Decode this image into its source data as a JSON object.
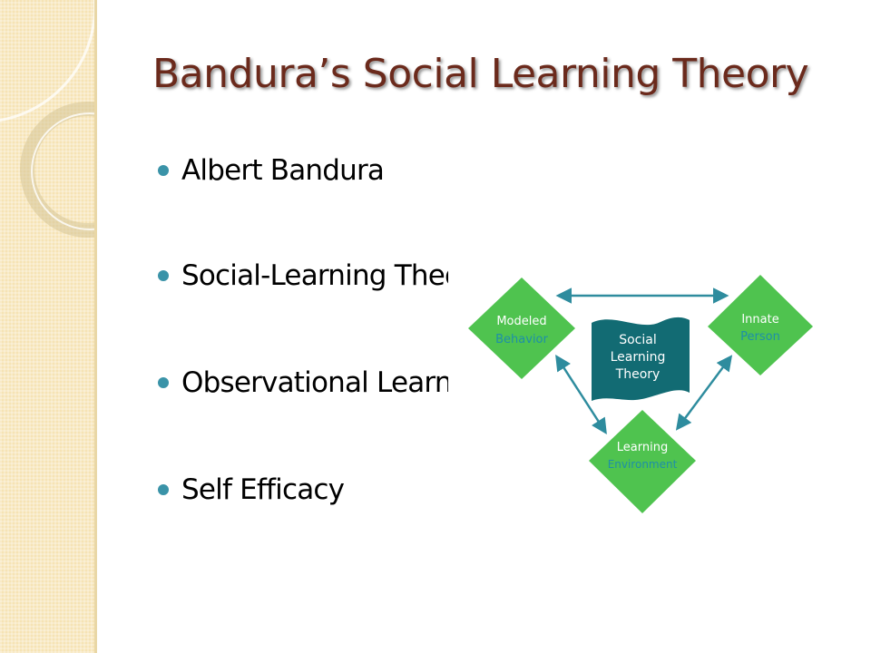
{
  "slide": {
    "title": "Bandura’s Social Learning Theory",
    "bullets": [
      "Albert Bandura",
      "Social-Learning Theory",
      "Observational Learning",
      "Self Efficacy"
    ]
  },
  "diagram": {
    "center": {
      "lines": [
        "Social",
        "Learning",
        "Theory"
      ]
    },
    "nodes": [
      {
        "id": "modeled",
        "line1": "Modeled",
        "line2": "Behavior"
      },
      {
        "id": "innate",
        "line1": "Innate",
        "line2": "Person"
      },
      {
        "id": "learning",
        "line1": "Learning",
        "line2": "Environment"
      }
    ],
    "colors": {
      "node_fill": "#4fc34f",
      "line1_text": "#ffffff",
      "line2_text": "#1e8fa8",
      "arrow": "#2e8c9e",
      "center_fill": "#126b73",
      "center_text": "#ffffff",
      "title": "#6b2a1c",
      "bullet_dot": "#3a93a8"
    }
  }
}
